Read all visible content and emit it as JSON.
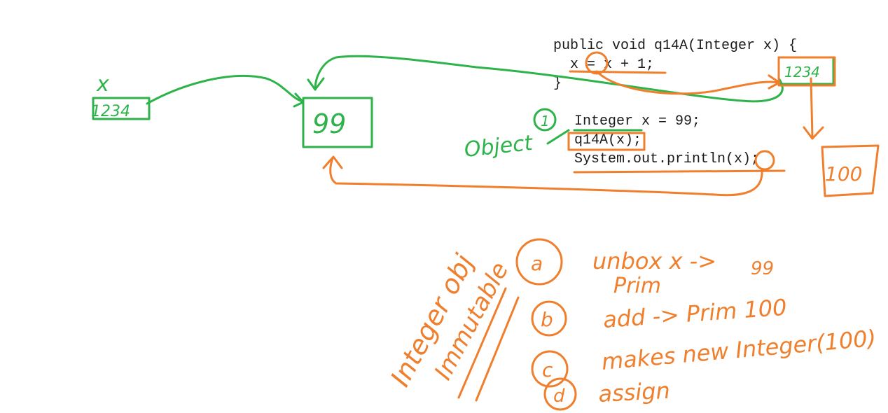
{
  "code": {
    "method": [
      "public void q14A(Integer x) {",
      "  x = x + 1;",
      "}"
    ],
    "main": [
      "Integer x = 99;",
      "q14A(x);",
      "System.out.println(x);"
    ]
  },
  "annotations": {
    "var_name": "x",
    "address_left": "1234",
    "box_left_value": "99",
    "address_right": "1234",
    "box_right_value": "100",
    "circle_1": "1",
    "object_label": "Object",
    "integer_label": "Integer obj",
    "immutable_label": "Immutable",
    "step_a_marker": "a",
    "step_a_line1": "unbox x ->",
    "step_a_line1_value": "99",
    "step_a_line2": "Prim",
    "step_b_marker": "b",
    "step_b_text": "add -> Prim 100",
    "step_c_marker": "c",
    "step_c_text": "makes new Integer(100)",
    "step_d_marker": "d",
    "step_d_text": "assign"
  },
  "colors": {
    "green": "#2db34a",
    "orange": "#f07f2d",
    "code_text": "#1a1a1a"
  }
}
